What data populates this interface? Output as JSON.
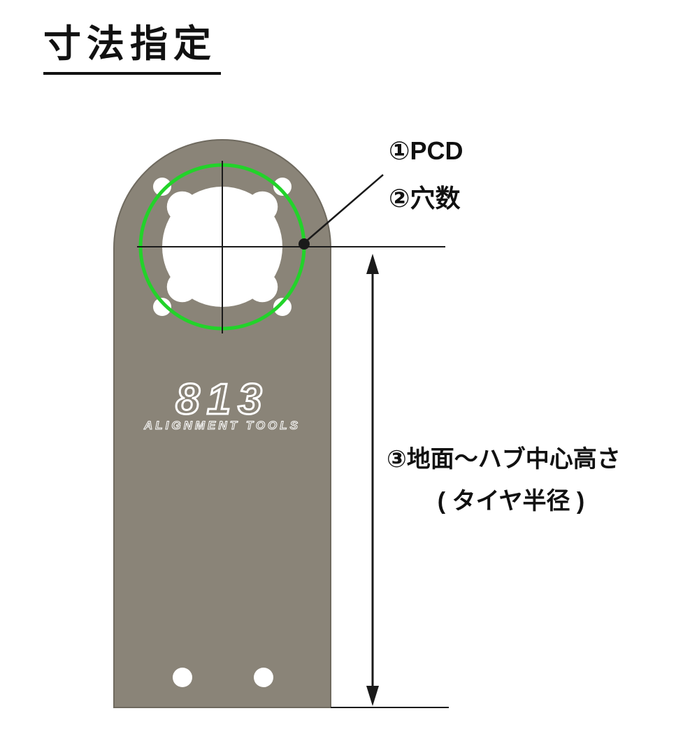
{
  "title": "寸法指定",
  "labels": {
    "pcd": "①PCD",
    "holes": "②穴数",
    "height": "③地面～ハブ中心高さ",
    "tire_radius": "( タイヤ半径 )"
  },
  "logo": {
    "number": "813",
    "text": "ALIGNMENT TOOLS"
  },
  "colors": {
    "background": "#ffffff",
    "tool": "#8a8478",
    "tool_edge": "#6f6a5f",
    "pcd_circle": "#22d32a",
    "line": "#1a1a1a"
  }
}
